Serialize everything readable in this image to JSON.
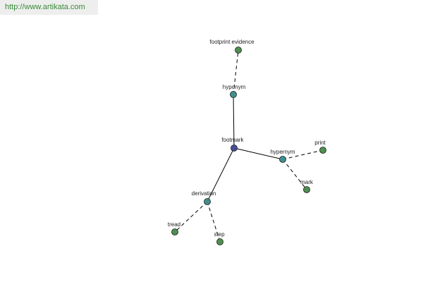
{
  "header": {
    "site_link": "http://www.artikata.com"
  },
  "colors": {
    "root": "#4b4b9a",
    "relation": "#3f8f8f",
    "leaf": "#4f8f4f",
    "edge": "#000000",
    "link_text": "#3a8a3a"
  },
  "graph": {
    "nodes": [
      {
        "id": "footmark",
        "label": "footmark",
        "kind": "root"
      },
      {
        "id": "hyponym",
        "label": "hyponym",
        "kind": "relation"
      },
      {
        "id": "hypernym",
        "label": "hypernym",
        "kind": "relation"
      },
      {
        "id": "derivation",
        "label": "derivation",
        "kind": "relation"
      },
      {
        "id": "footprint_evidence",
        "label": "footprint evidence",
        "kind": "leaf"
      },
      {
        "id": "print",
        "label": "print",
        "kind": "leaf"
      },
      {
        "id": "mark",
        "label": "mark",
        "kind": "leaf"
      },
      {
        "id": "tread",
        "label": "tread",
        "kind": "leaf"
      },
      {
        "id": "step",
        "label": "step",
        "kind": "leaf"
      }
    ],
    "edges": [
      {
        "from": "footmark",
        "to": "hyponym",
        "style": "solid"
      },
      {
        "from": "footmark",
        "to": "hypernym",
        "style": "solid"
      },
      {
        "from": "footmark",
        "to": "derivation",
        "style": "solid"
      },
      {
        "from": "hyponym",
        "to": "footprint_evidence",
        "style": "dashed"
      },
      {
        "from": "hypernym",
        "to": "print",
        "style": "dashed"
      },
      {
        "from": "hypernym",
        "to": "mark",
        "style": "dashed"
      },
      {
        "from": "derivation",
        "to": "tread",
        "style": "dashed"
      },
      {
        "from": "derivation",
        "to": "step",
        "style": "dashed"
      }
    ]
  }
}
